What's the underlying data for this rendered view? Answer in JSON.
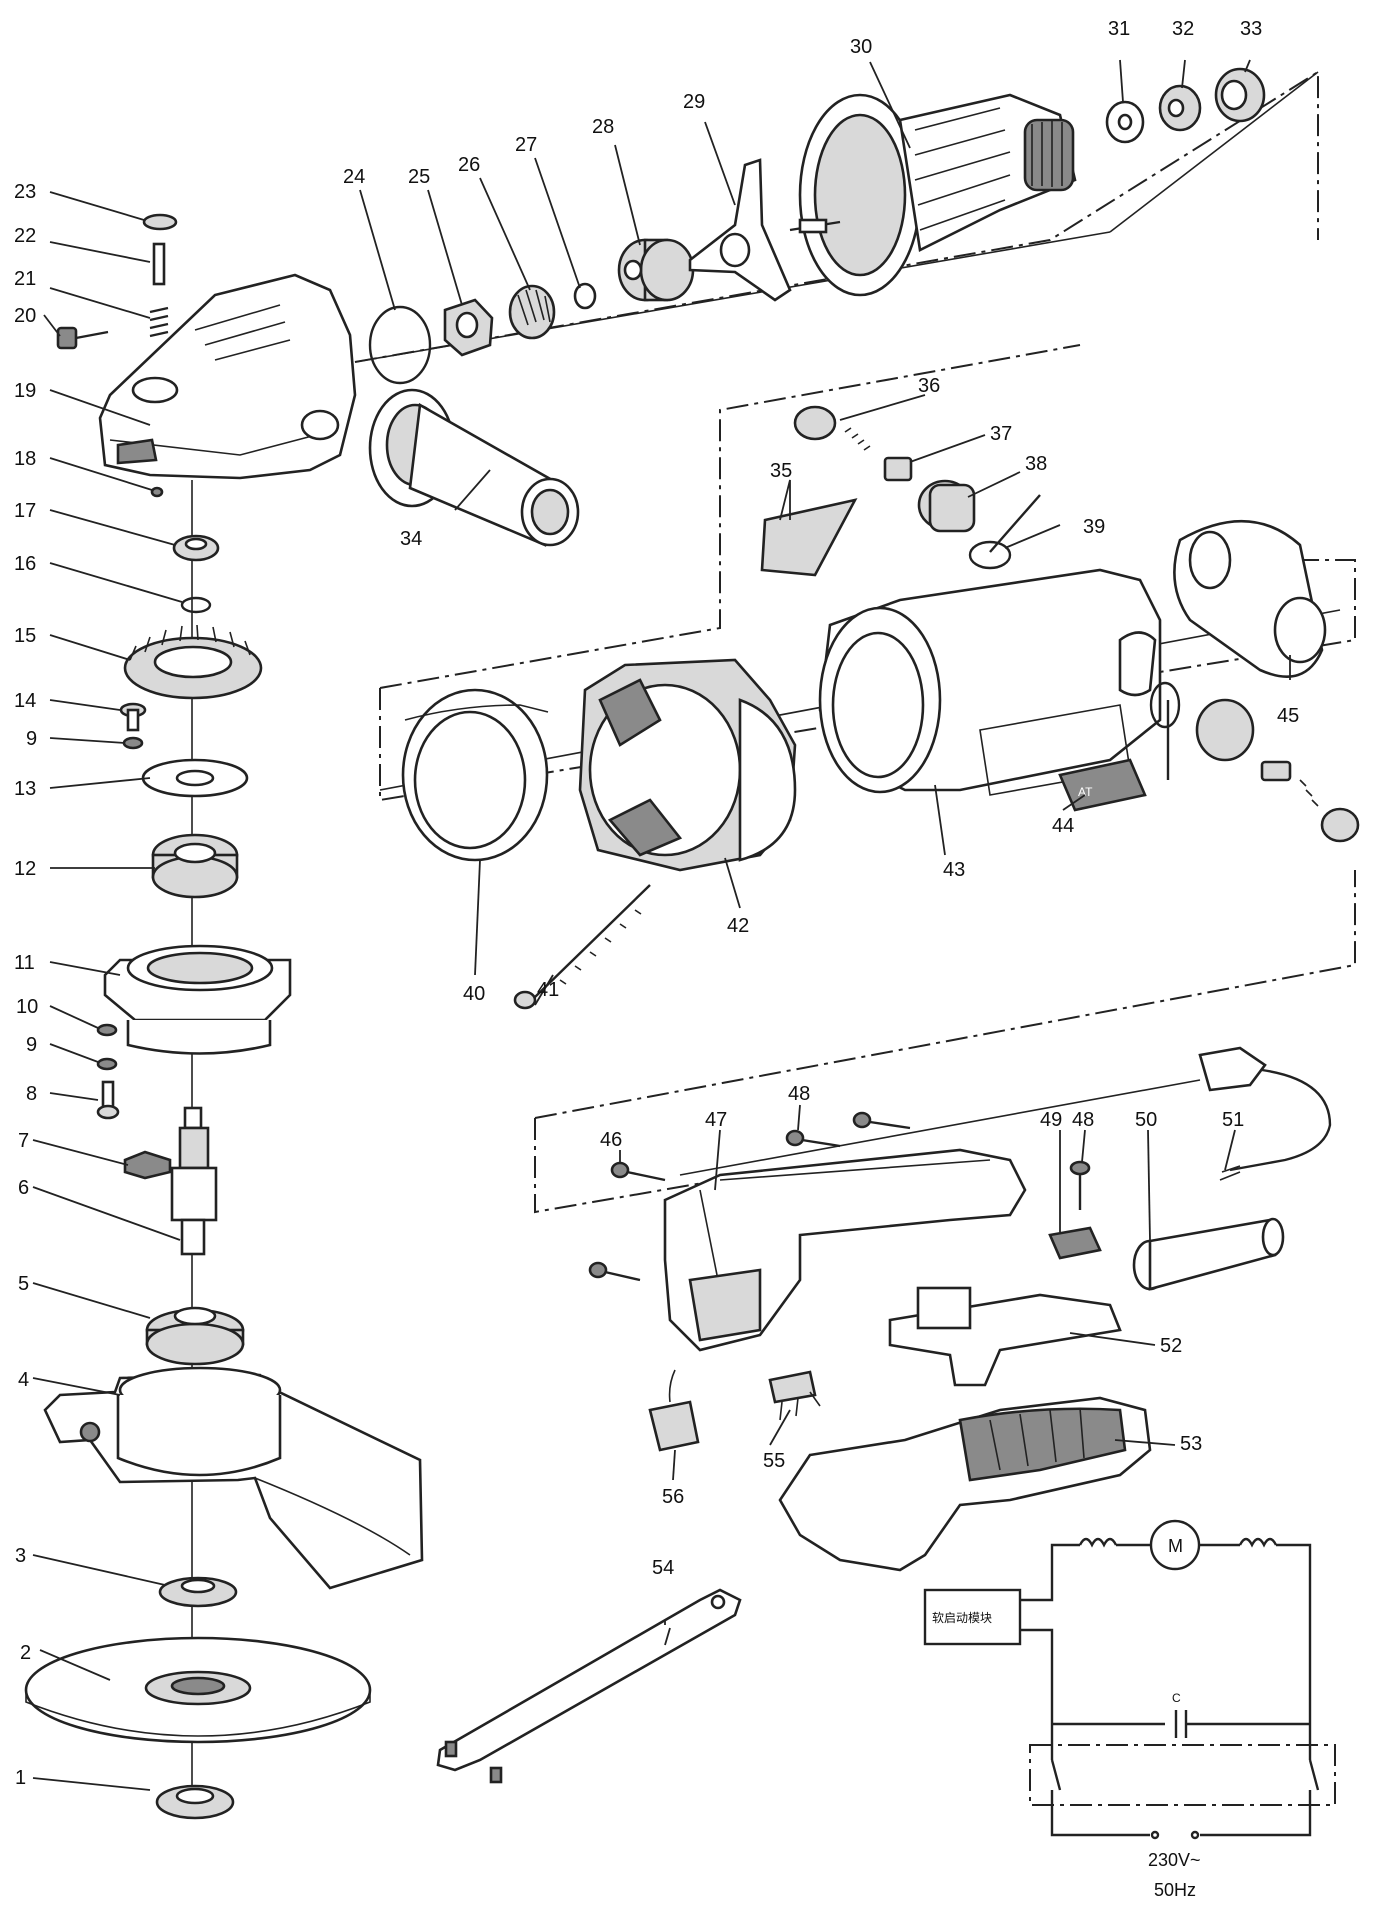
{
  "labels": {
    "p1": "1",
    "p2": "2",
    "p3": "3",
    "p4": "4",
    "p5": "5",
    "p6": "6",
    "p7": "7",
    "p8": "8",
    "p9a": "9",
    "p9b": "9",
    "p10": "10",
    "p11": "11",
    "p12": "12",
    "p13": "13",
    "p14": "14",
    "p15": "15",
    "p16": "16",
    "p17": "17",
    "p18": "18",
    "p19": "19",
    "p20": "20",
    "p21": "21",
    "p22": "22",
    "p23": "23",
    "p24": "24",
    "p25": "25",
    "p26": "26",
    "p27": "27",
    "p28": "28",
    "p29": "29",
    "p30": "30",
    "p31": "31",
    "p32": "32",
    "p33": "33",
    "p34": "34",
    "p35": "35",
    "p36": "36",
    "p37": "37",
    "p38": "38",
    "p39": "39",
    "p40": "40",
    "p41": "41",
    "p42": "42",
    "p43": "43",
    "p44": "44",
    "p45": "45",
    "p46": "46",
    "p47": "47",
    "p48a": "48",
    "p48b": "48",
    "p49": "49",
    "p50": "50",
    "p51": "51",
    "p52": "52",
    "p53": "53",
    "p54": "54",
    "p55": "55",
    "p56": "56"
  },
  "circuit": {
    "module": "软启动模块",
    "capacitor": "C",
    "motor": "M",
    "voltage": "230V~",
    "frequency": "50Hz"
  },
  "housing_badge": "AT"
}
